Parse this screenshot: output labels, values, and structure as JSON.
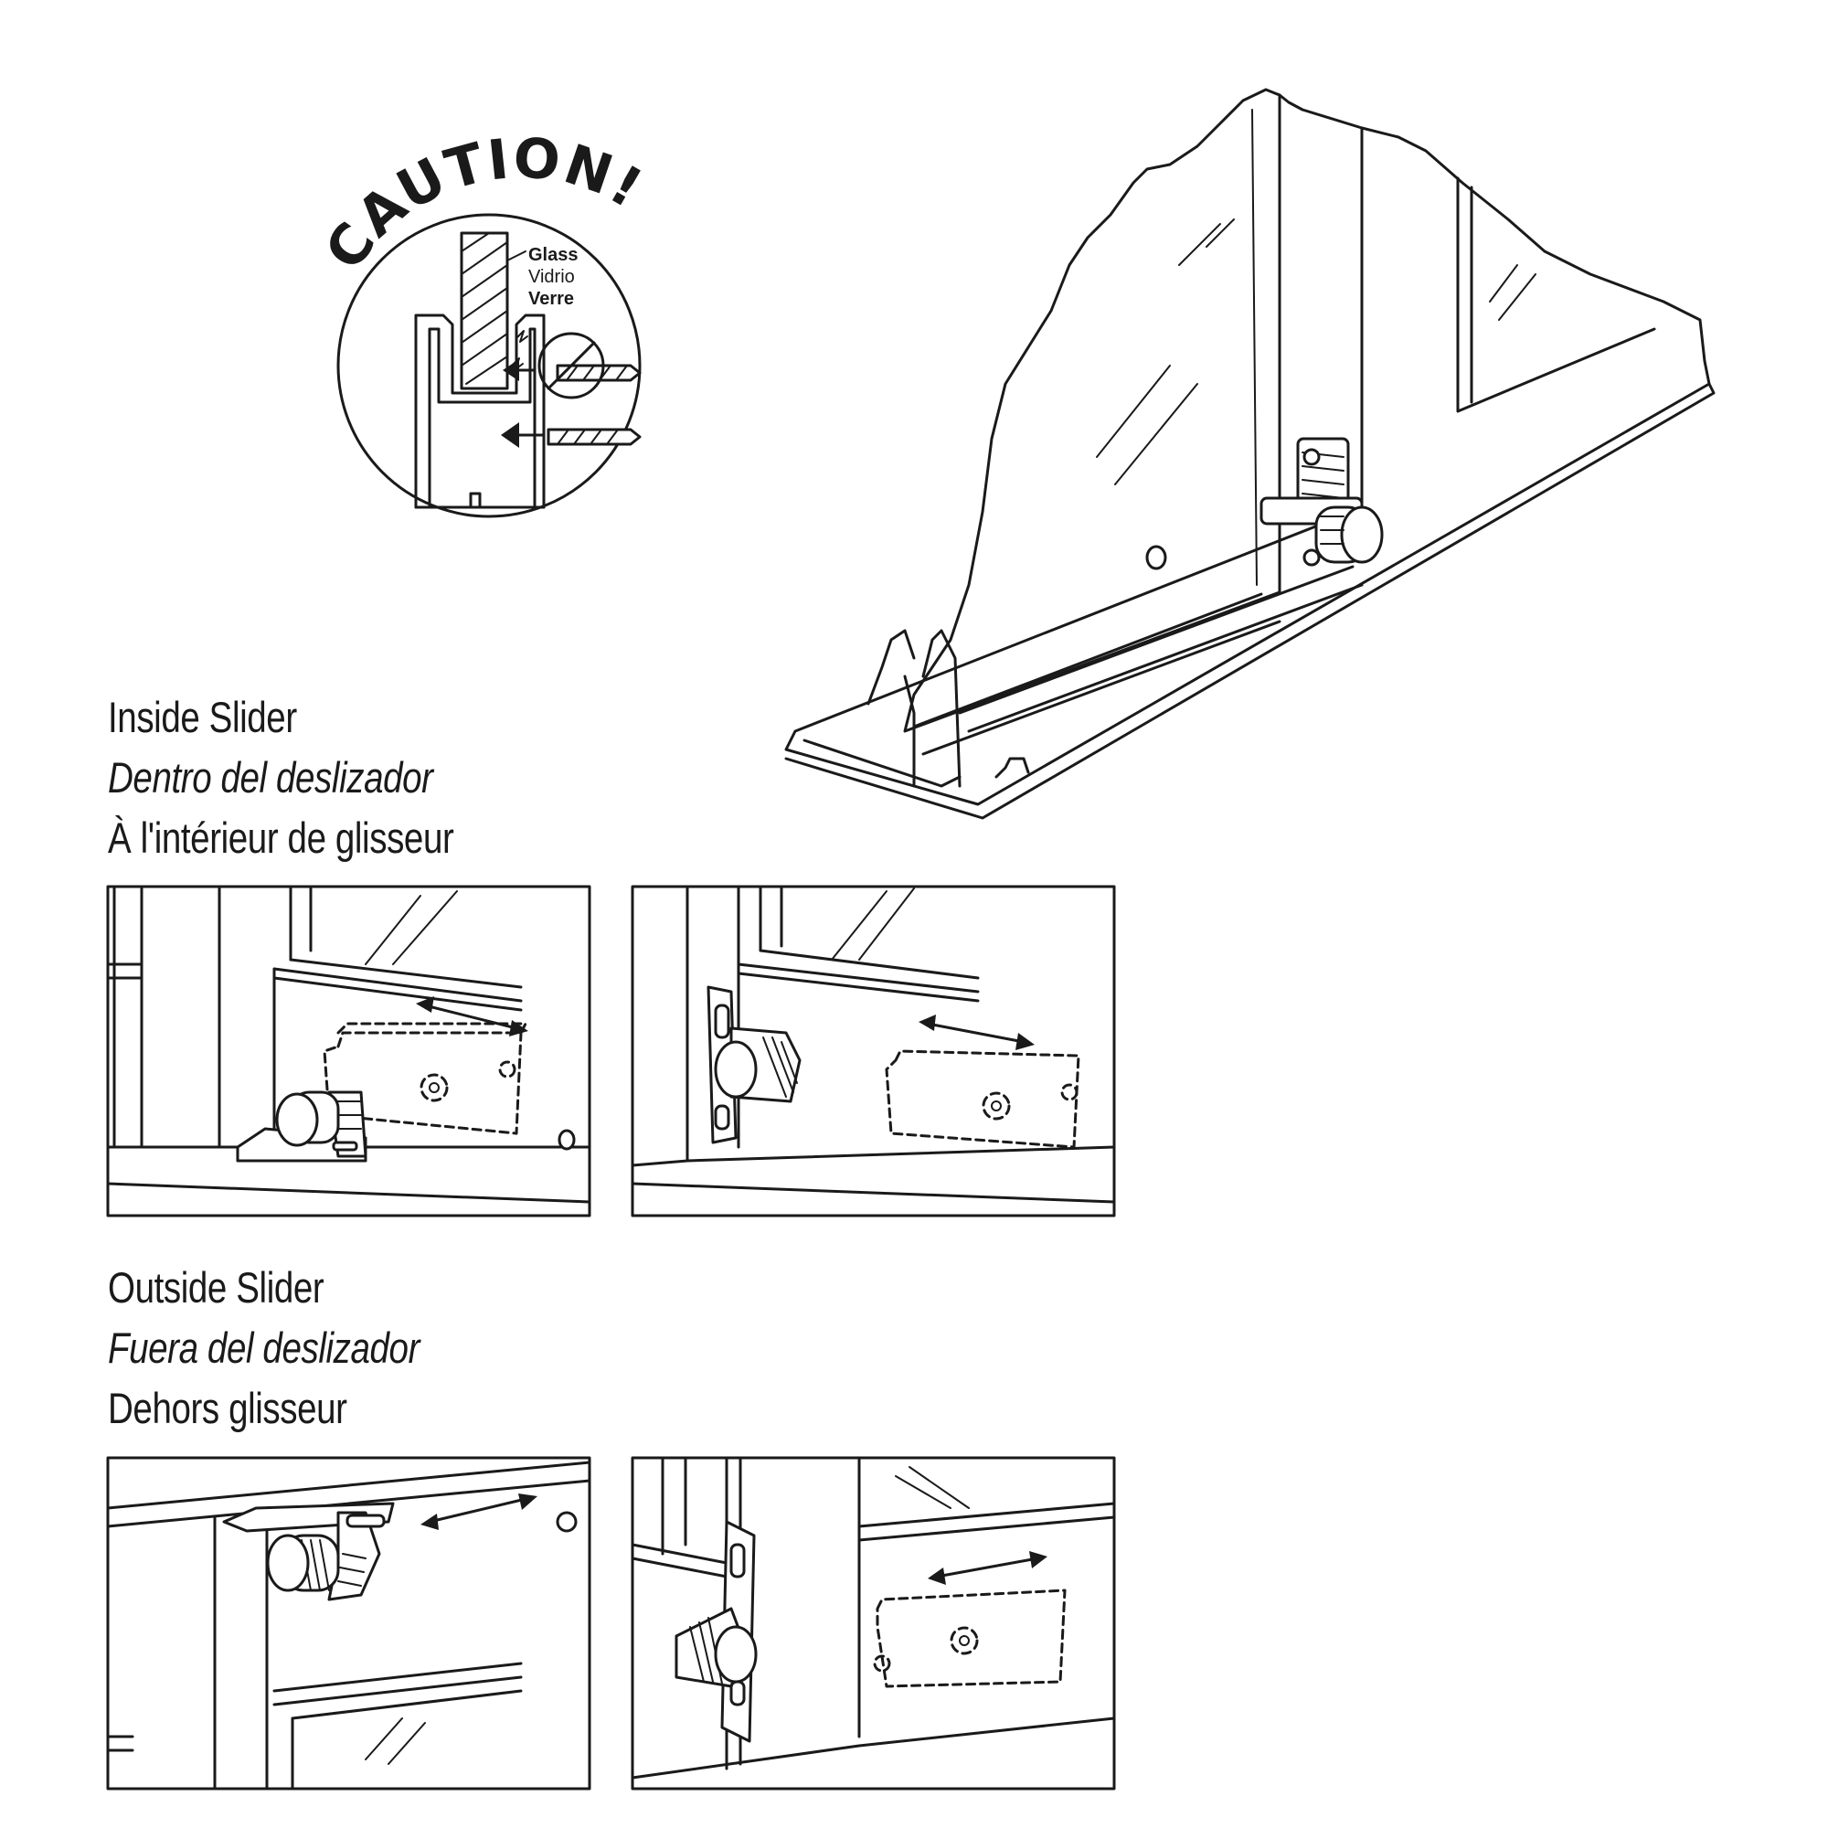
{
  "caution": {
    "title": "CAUTION!",
    "glass_en": "Glass",
    "glass_es": "Vidrio",
    "glass_fr": "Verre"
  },
  "sections": [
    {
      "label_en": "Inside Slider",
      "label_es": "Dentro del deslizador",
      "label_fr": "À l'intérieur de glisseur"
    },
    {
      "label_en": "Outside Slider",
      "label_es": "Fuera del deslizador",
      "label_fr": "Dehors glisseur"
    }
  ],
  "icons": [
    "prohibited-drill-icon",
    "drill-bit-icon",
    "direction-arrow-icon",
    "knurled-knob-icon"
  ],
  "colors": {
    "ink": "#1a1a1a",
    "paper": "#ffffff"
  }
}
